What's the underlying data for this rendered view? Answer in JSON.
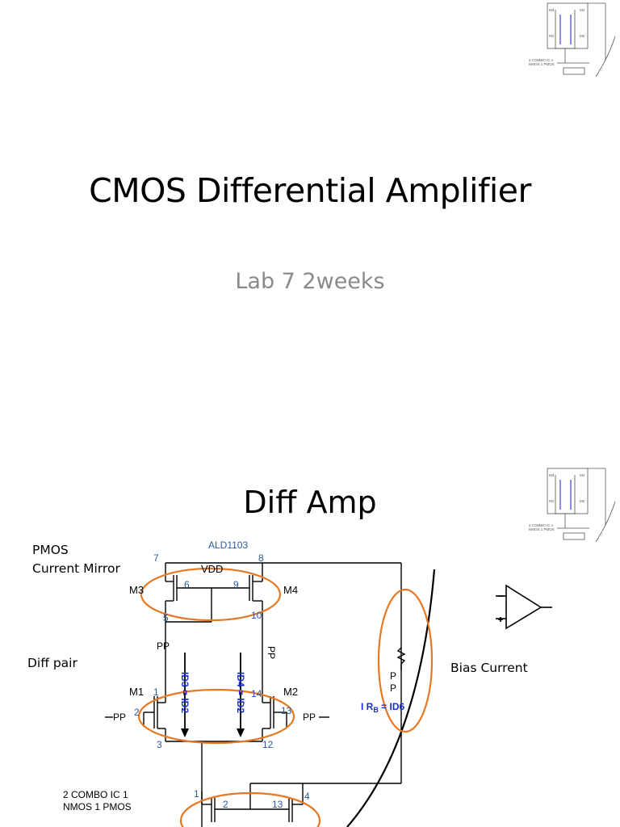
{
  "slide1": {
    "title": "CMOS Differential Amplifier",
    "subtitle": "Lab 7 2weeks"
  },
  "slide2": {
    "title": "Diff Amp",
    "labels": {
      "pmos_line1": "PMOS",
      "pmos_line2": "Current Mirror",
      "diff_pair": "Diff pair",
      "bias_current": "Bias Current",
      "combo_line1": "2 COMBO IC  1",
      "combo_line2": "NMOS 1 PMOS"
    },
    "schematic": {
      "chip": "ALD1103",
      "vdd": "VDD",
      "pin_7": "7",
      "pin_8": "8",
      "pin_6": "6",
      "pin_9": "9",
      "pin_5": "5",
      "pin_10": "10",
      "pin_1": "1",
      "pin_14": "14",
      "pin_2": "2",
      "pin_13": "13",
      "pin_3": "3",
      "pin_12": "12",
      "pin_bot_1": "1",
      "pin_bot_2": "2",
      "pin_bot_13": "13",
      "pin_bot_4": "4",
      "m1": "M1",
      "m2": "M2",
      "m3": "M3",
      "m4": "M4",
      "pp_left": "PP",
      "pp_right": "PP",
      "pp_in_left": "PP",
      "pp_in_right": "PP",
      "id3_id2": "ID3 = ID2",
      "id4_id2": "ID4 = ID2",
      "p1": "P",
      "p2": "P",
      "irb": "I R",
      "irb_sub": "B",
      "irb_eq": " = ID6"
    }
  },
  "colors": {
    "highlight": "#e87722",
    "current_label": "#1a2fcf",
    "pin_label": "#2a5a9e"
  }
}
